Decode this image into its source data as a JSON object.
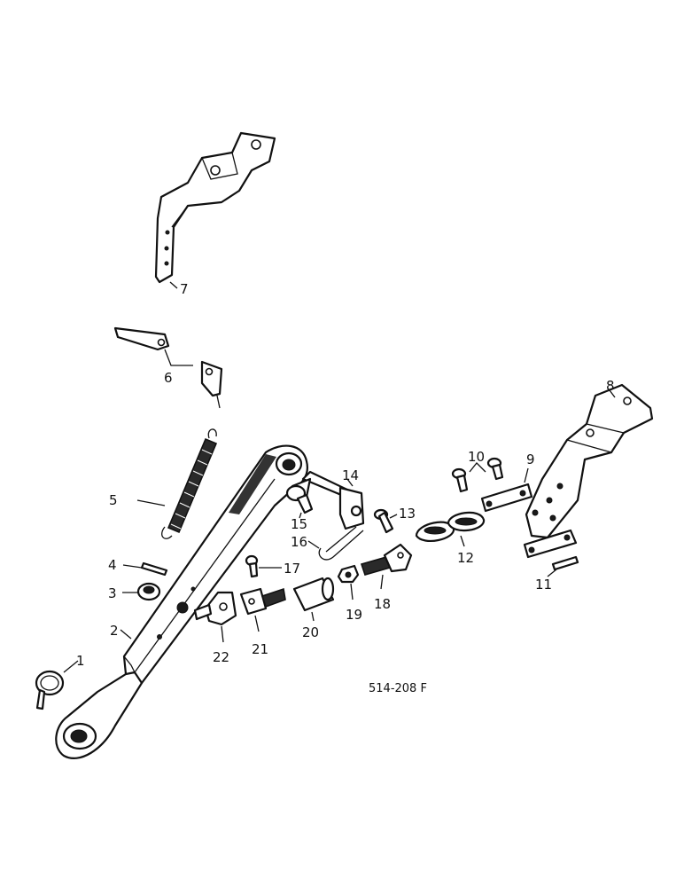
{
  "drawing_code": "514-208 F",
  "callouts": [
    "1",
    "2",
    "3",
    "4",
    "5",
    "6",
    "7",
    "8",
    "9",
    "10",
    "11",
    "12",
    "13",
    "14",
    "15",
    "16",
    "17",
    "18",
    "19",
    "20",
    "21",
    "22"
  ],
  "colors": {
    "ink": "#111111",
    "paper": "#ffffff"
  }
}
